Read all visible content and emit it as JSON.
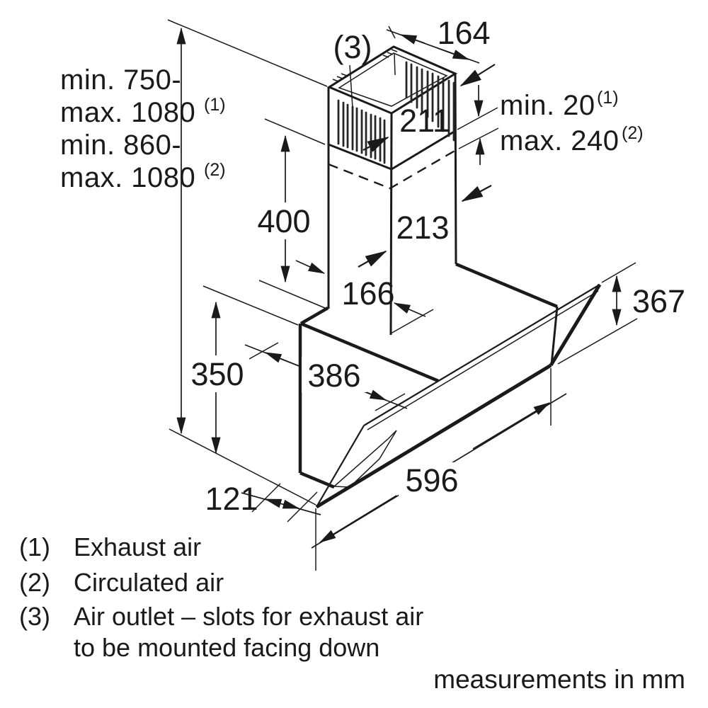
{
  "dimensions": {
    "height_line1": "min. 750-",
    "height_line2": "max. 1080",
    "height_sup1": "(1)",
    "height_line3": "min. 860-",
    "height_line4": "max. 1080",
    "height_sup2": "(2)",
    "top_width": "164",
    "outlet_marker": "(3)",
    "duct_front_width": "211",
    "clearance_min": "min. 20",
    "clearance_min_sup": "(1)",
    "clearance_max": "max. 240",
    "clearance_max_sup": "(2)",
    "chimney_lower_height": "400",
    "duct_depth": "213",
    "duct_side_width": "166",
    "body_depth": "386",
    "back_height": "350",
    "panel_rise": "367",
    "hood_width": "596",
    "front_overhang": "121"
  },
  "legend": {
    "items": [
      {
        "num": "(1)",
        "label": "Exhaust air"
      },
      {
        "num": "(2)",
        "label": "Circulated air"
      },
      {
        "num": "(3)",
        "label": "Air outlet – slots for exhaust air",
        "label2": "to be mounted facing down"
      }
    ]
  },
  "footer": {
    "note": "measurements in mm"
  },
  "colors": {
    "line": "#1a1a1a",
    "background": "#ffffff"
  }
}
